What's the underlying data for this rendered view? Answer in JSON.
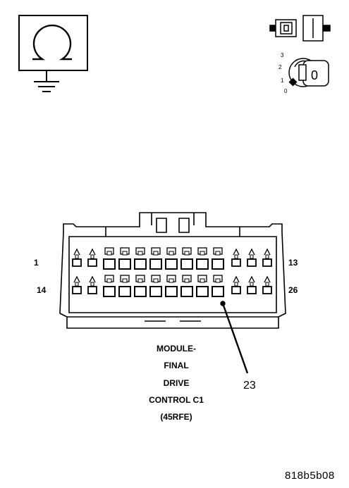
{
  "connector": {
    "pin_first_top": "1",
    "pin_last_top": "13",
    "pin_first_bottom": "14",
    "pin_last_bottom": "26",
    "callout_pin": "23",
    "title_lines": [
      "MODULE-",
      "FINAL",
      "DRIVE",
      "CONTROL C1",
      "(45RFE)"
    ]
  },
  "key_icon": {
    "positions": [
      "3",
      "2",
      "1",
      "0"
    ],
    "key_label": "0"
  },
  "figure_code": "818b5b08",
  "icons": [
    "ohmmeter-ground-icon",
    "connector-unplugged-icon",
    "ignition-key-icon"
  ]
}
